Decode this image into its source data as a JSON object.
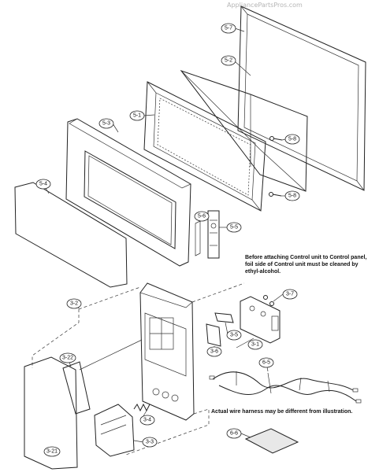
{
  "watermark": "AppliancePartsPros.com",
  "notes": {
    "control_unit": "Before attaching Control unit to Control panel, foil side of Control unit must be cleaned by ethyl-alcohol.",
    "wire_harness": "Actual wire harness may be different from illustration."
  },
  "callouts": {
    "c5_7": "5-7",
    "c5_2": "5-2",
    "c5_1": "5-1",
    "c5_3": "5-3",
    "c5_8a": "5-8",
    "c5_8b": "5-8",
    "c5_4": "5-4",
    "c5_6": "5-6",
    "c5_5": "5-5",
    "c3_2": "3-2",
    "c3_7": "3-7",
    "c3_5": "3-5",
    "c3_1": "3-1",
    "c3_6": "3-6",
    "c6_5": "6-5",
    "c3_22": "3-22",
    "c3_4": "3-4",
    "c3_3": "3-3",
    "c6_6": "6-6",
    "c3_21": "3-21"
  }
}
